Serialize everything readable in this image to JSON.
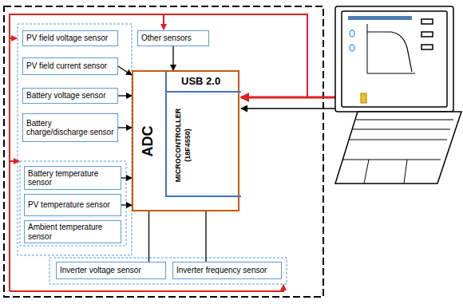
{
  "diagram": {
    "nodes": [
      {
        "text": [
          "PV field voltage sensor"
        ]
      },
      {
        "text": [
          "PV field current sensor"
        ]
      },
      {
        "text": [
          "Battery voltage sensor"
        ]
      },
      {
        "text": [
          "Battery charge/discharge sensor"
        ]
      },
      {
        "text": [
          "Battery temperature sensor"
        ]
      },
      {
        "text": [
          "PV temperature sensor"
        ]
      },
      {
        "text": [
          "Ambient temperature sensor"
        ]
      },
      {
        "text": [
          "Other sensors"
        ]
      },
      {
        "text": [
          "ADC"
        ]
      },
      {
        "text": [
          "USB 2.0",
          "MICROCONTROLLER (18F4550)"
        ],
        "in": 8
      },
      {
        "text": [
          "Inverter voltage sensor"
        ]
      },
      {
        "text": [
          "Inverter frequency sensor"
        ]
      }
    ],
    "edges": [
      {
        "from": 1,
        "to": 8,
        "arrow": "to"
      },
      {
        "from": 2,
        "to": 8,
        "arrow": "to"
      },
      {
        "from": 3,
        "to": 8,
        "arrow": "to"
      },
      {
        "from": 4,
        "to": 8,
        "arrow": "to"
      },
      {
        "from": 5,
        "to": 8,
        "arrow": "to"
      },
      {
        "from": 7,
        "to": 8,
        "arrow": "to"
      },
      {
        "from": 10,
        "to": 8,
        "arrow": "none"
      },
      {
        "from": 11,
        "to": 8,
        "arrow": "none"
      }
    ]
  }
}
